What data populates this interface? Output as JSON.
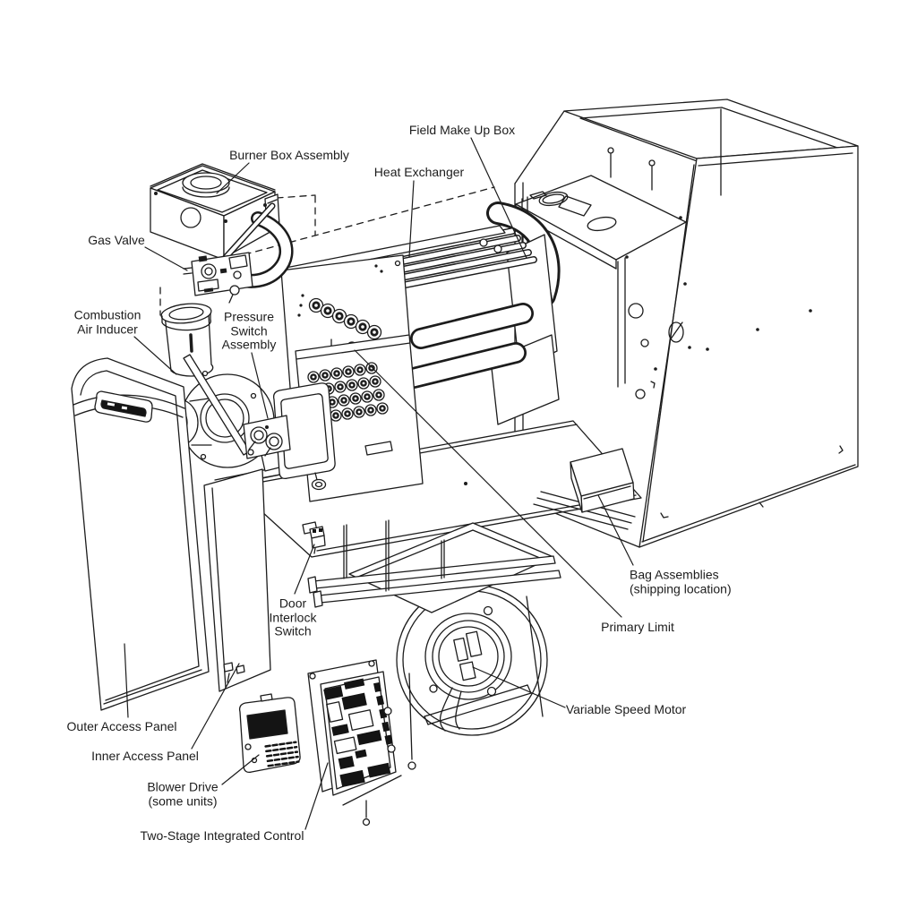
{
  "diagram_type": "exploded-view furnace parts diagram",
  "labels": {
    "field_make_up_box": "Field Make Up Box",
    "burner_box_assembly": "Burner Box Assembly",
    "heat_exchanger": "Heat Exchanger",
    "gas_valve": "Gas Valve",
    "combustion_air_inducer": "Combustion\nAir Inducer",
    "pressure_switch_assembly": "Pressure\nSwitch\nAssembly",
    "bag_assemblies": "Bag Assemblies\n(shipping location)",
    "primary_limit": "Primary Limit",
    "variable_speed_motor": "Variable Speed Motor",
    "outer_access_panel": "Outer Access Panel",
    "inner_access_panel": "Inner Access Panel",
    "blower_drive": "Blower Drive\n(some units)",
    "two_stage_integrated_control": "Two-Stage Integrated Control",
    "door_interlock_switch": "Door\nInterlock\nSwitch"
  },
  "colors": {
    "line": "#1c1c1c",
    "background": "#ffffff",
    "dark_fill": "#141414"
  }
}
